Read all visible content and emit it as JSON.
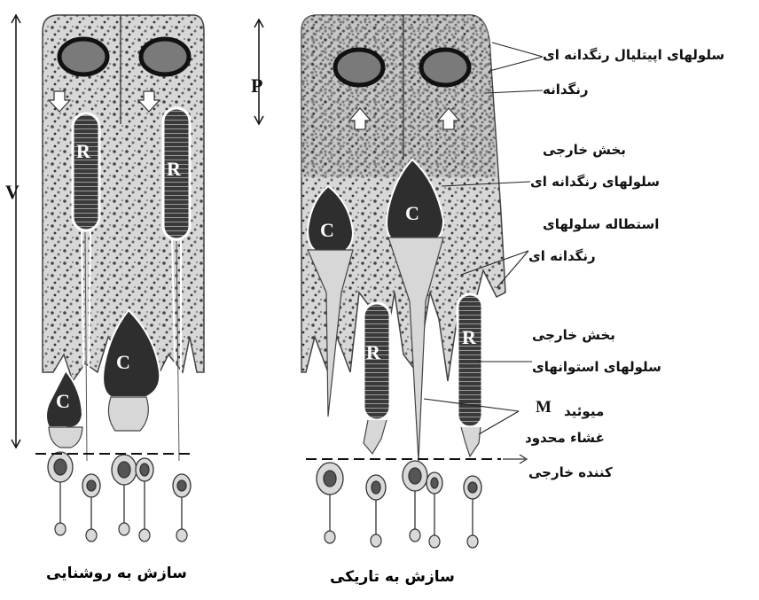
{
  "markers": {
    "cone": "C",
    "rod": "R",
    "myoid": "M",
    "p": "P",
    "v": "V"
  },
  "labels": {
    "pigment_epithelium": "سلولهای اپیتلیال رنگدانه ای",
    "pigment": "رنگدانه",
    "outer_part_1": "بخش خارجی",
    "pigment_cells": "سلولهای رنگدانه ای",
    "process_of_cells": "استطاله سلولهای",
    "pigmented": "رنگدانه ای",
    "outer_part_2": "بخش خارجی",
    "rod_cells": "سلولهای استوانهای",
    "myoid": "میوئید",
    "membrane": "غشاء محدود",
    "outer_limiting": "کننده خارجی"
  },
  "captions": {
    "light": "سازش به روشنایی",
    "dark": "سازش به تاریکی"
  }
}
